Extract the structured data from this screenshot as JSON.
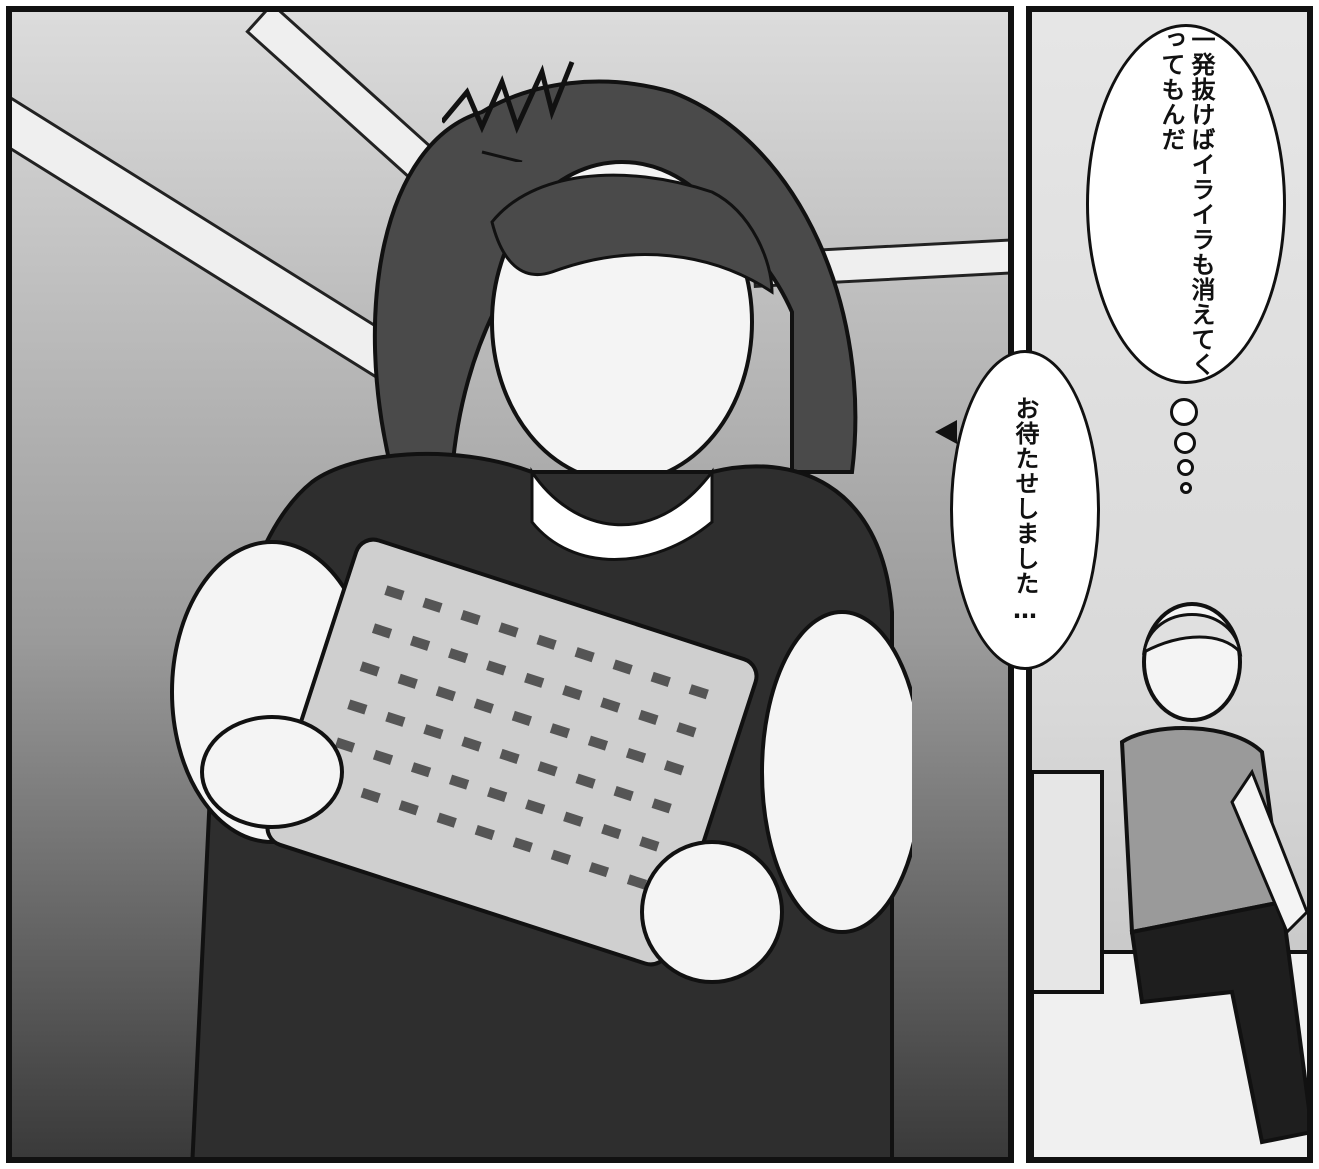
{
  "panels": {
    "left": {
      "label": "panel-left"
    },
    "right": {
      "label": "panel-right"
    }
  },
  "dialogue": {
    "thought": "一発抜けばイライラも消えてくってもんだ",
    "thought_lines": [
      "一発抜けば",
      "イライラも",
      "消えてくってもんだ"
    ],
    "speech": "お待たせしました…"
  },
  "palette": {
    "ink": "#111111",
    "paper": "#ffffff",
    "screentone_dark": "#3a3a3a",
    "screentone_light": "#dcdcdc"
  }
}
